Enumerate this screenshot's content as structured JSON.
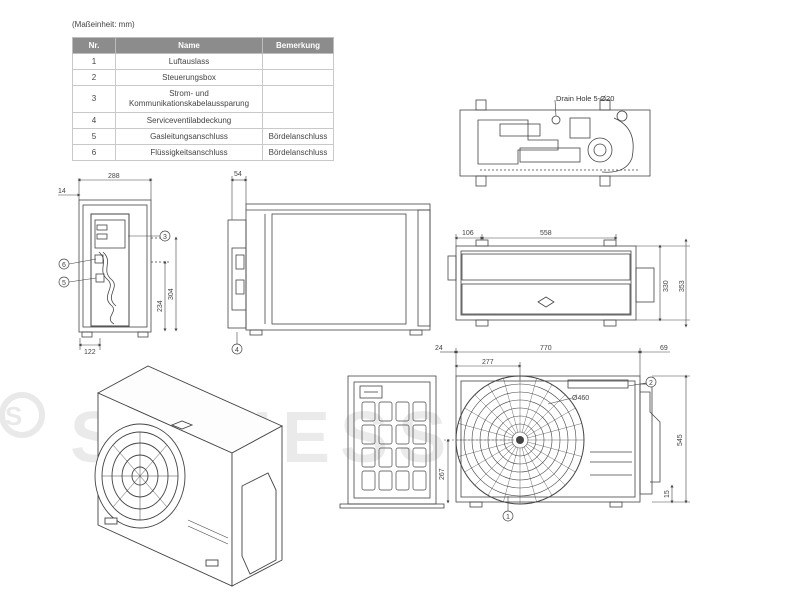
{
  "unit_note": "(Maßeinheit: mm)",
  "table": {
    "headers": [
      "Nr.",
      "Name",
      "Bemerkung"
    ],
    "rows": [
      {
        "nr": "1",
        "name": "Luftauslass",
        "remark": ""
      },
      {
        "nr": "2",
        "name": "Steuerungsbox",
        "remark": ""
      },
      {
        "nr": "3",
        "name": "Strom- und Kommunikationskabelaussparung",
        "remark": ""
      },
      {
        "nr": "4",
        "name": "Serviceventilabdeckung",
        "remark": ""
      },
      {
        "nr": "5",
        "name": "Gasleitungsanschluss",
        "remark": "Bördelanschluss"
      },
      {
        "nr": "6",
        "name": "Flüssigkeitsanschluss",
        "remark": "Bördelanschluss"
      }
    ]
  },
  "dimensions": {
    "side_depth": "288",
    "side_offset": "14",
    "side_base": "122",
    "side_h1": "234",
    "side_h2": "304",
    "front_panel": "54",
    "top_left": "106",
    "top_width": "558",
    "top_d1": "330",
    "top_d2": "353",
    "front_width": "770",
    "front_left": "24",
    "front_fan_offset": "277",
    "front_right": "69",
    "front_height": "545",
    "front_fan_h": "267",
    "front_base": "15",
    "fan_diameter": "Ø460"
  },
  "drain_label": "Drain Hole 5-Ø20",
  "callouts": [
    "1",
    "2",
    "3",
    "4",
    "5",
    "6"
  ],
  "watermark": "SCHIESS"
}
